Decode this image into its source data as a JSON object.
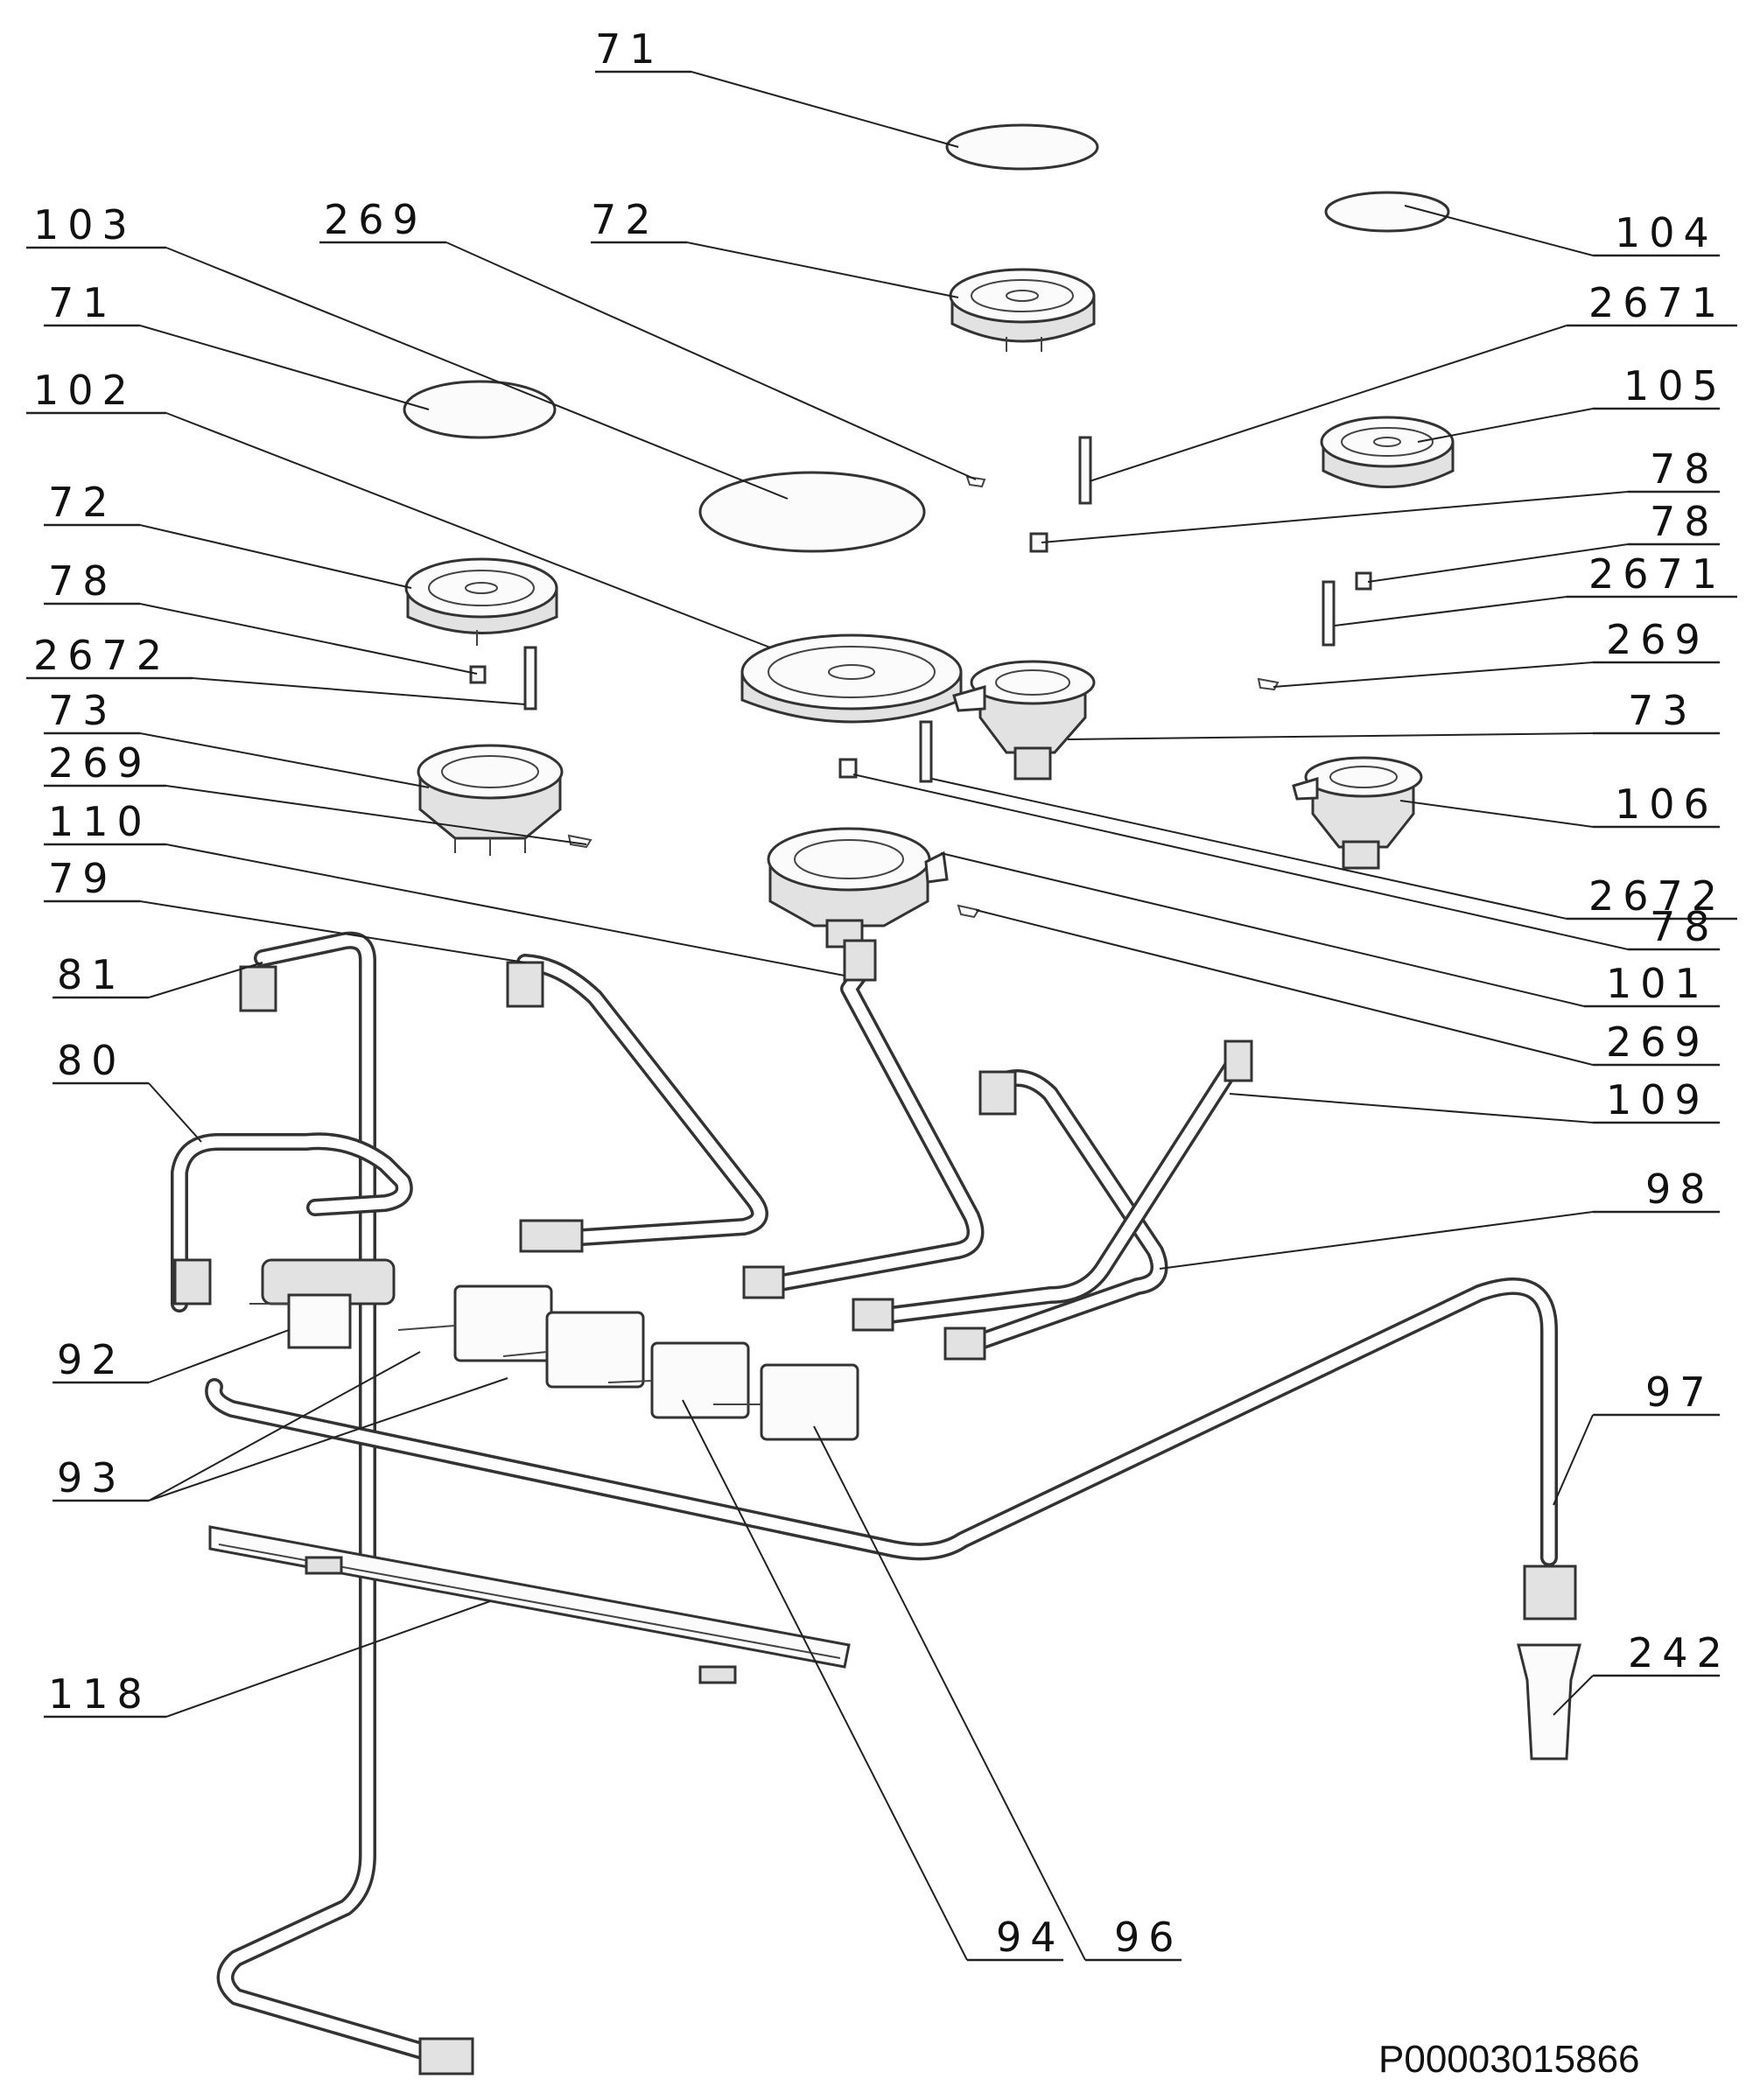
{
  "figure": {
    "reference_code": "P00003015866"
  },
  "parts": [
    {
      "id": "p1",
      "label": "71"
    },
    {
      "id": "p2",
      "label": "103"
    },
    {
      "id": "p3",
      "label": "269"
    },
    {
      "id": "p4",
      "label": "72"
    },
    {
      "id": "p5",
      "label": "104"
    },
    {
      "id": "p6",
      "label": "2671"
    },
    {
      "id": "p7",
      "label": "71"
    },
    {
      "id": "p8",
      "label": "105"
    },
    {
      "id": "p9",
      "label": "102"
    },
    {
      "id": "p10",
      "label": "78"
    },
    {
      "id": "p11",
      "label": "72"
    },
    {
      "id": "p12",
      "label": "78"
    },
    {
      "id": "p13",
      "label": "78"
    },
    {
      "id": "p14",
      "label": "2671"
    },
    {
      "id": "p15",
      "label": "2672"
    },
    {
      "id": "p16",
      "label": "269"
    },
    {
      "id": "p17",
      "label": "73"
    },
    {
      "id": "p18",
      "label": "73"
    },
    {
      "id": "p19",
      "label": "269"
    },
    {
      "id": "p20",
      "label": "106"
    },
    {
      "id": "p21",
      "label": "110"
    },
    {
      "id": "p22",
      "label": "2672"
    },
    {
      "id": "p23",
      "label": "79"
    },
    {
      "id": "p24",
      "label": "78"
    },
    {
      "id": "p25",
      "label": "81"
    },
    {
      "id": "p26",
      "label": "101"
    },
    {
      "id": "p27",
      "label": "269"
    },
    {
      "id": "p28",
      "label": "80"
    },
    {
      "id": "p29",
      "label": "109"
    },
    {
      "id": "p30",
      "label": "98"
    },
    {
      "id": "p31",
      "label": "92"
    },
    {
      "id": "p32",
      "label": "97"
    },
    {
      "id": "p33",
      "label": "93"
    },
    {
      "id": "p34",
      "label": "242"
    },
    {
      "id": "p35",
      "label": "118"
    },
    {
      "id": "p36",
      "label": "94"
    },
    {
      "id": "p37",
      "label": "96"
    }
  ]
}
